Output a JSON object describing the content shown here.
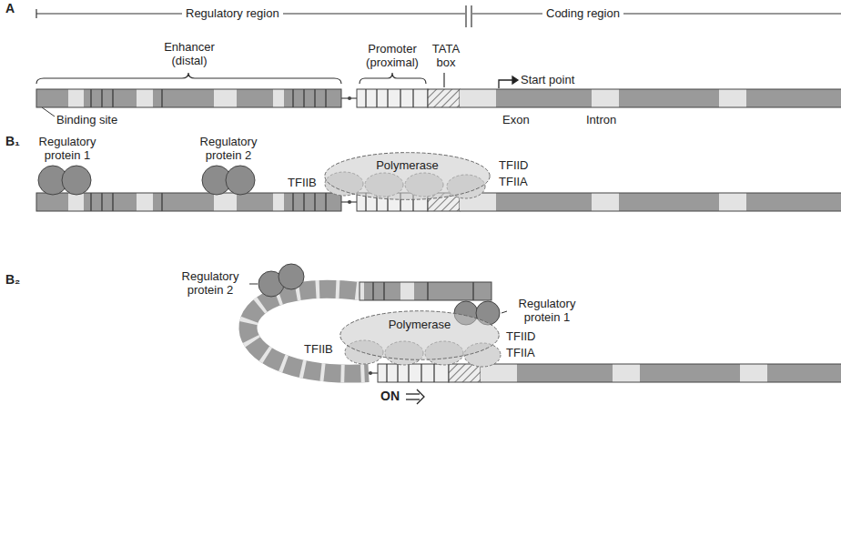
{
  "diagram": {
    "nodes": [
      {
        "text": [
          "Polymerase"
        ]
      },
      {
        "text": [
          "Polymerase"
        ]
      }
    ],
    "labels": [
      "A",
      "Regulatory region",
      "Coding region",
      "Enhancer (distal)",
      "Promoter (proximal)",
      "TATA box",
      "Start point",
      "Binding site",
      "Exon",
      "Intron",
      "B₁",
      "Regulatory protein 1",
      "Regulatory protein 2",
      "TFIID",
      "TFIIB",
      "TFIIA",
      "B₂",
      "Regulatory protein 2",
      "Regulatory protein 1",
      "TFIID",
      "TFIIB",
      "TFIIA",
      "ON"
    ]
  }
}
